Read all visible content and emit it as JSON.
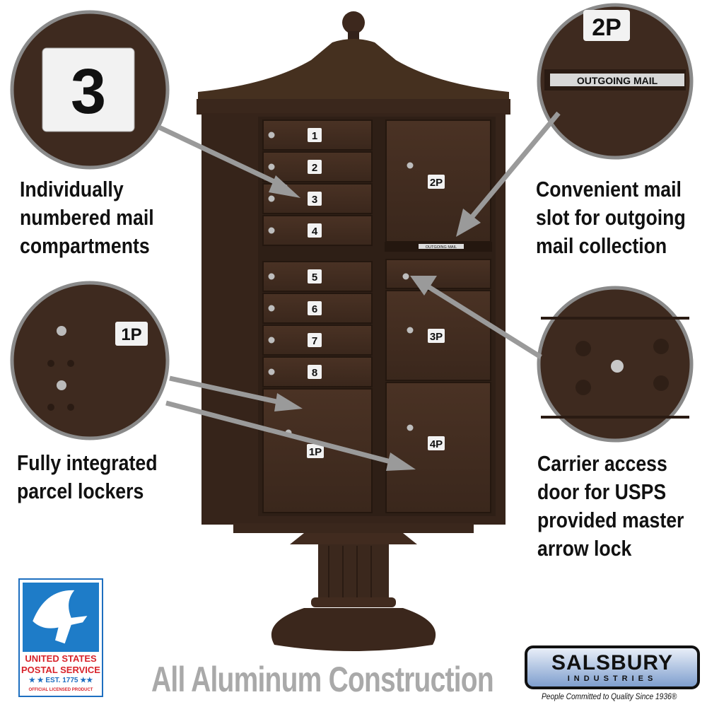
{
  "callouts": {
    "numbered": {
      "lines": [
        "Individually",
        "numbered mail",
        "compartments"
      ],
      "sample_number": "3"
    },
    "outgoing": {
      "lines": [
        "Convenient mail",
        "slot for outgoing",
        "mail collection"
      ],
      "badge": "2P",
      "slot_label": "OUTGOING MAIL"
    },
    "parcel": {
      "lines": [
        "Fully integrated",
        "parcel lockers"
      ],
      "badge": "1P"
    },
    "carrier": {
      "lines": [
        "Carrier access",
        "door for USPS",
        "provided master",
        "arrow lock"
      ]
    }
  },
  "mailbox": {
    "color": "#3f2a1f",
    "compartments": [
      "1",
      "2",
      "3",
      "4",
      "5",
      "6",
      "7",
      "8"
    ],
    "parcel_lockers": [
      "1P",
      "2P",
      "3P",
      "4P"
    ],
    "slot_label": "OUTGOING MAIL"
  },
  "footer": {
    "headline": "All Aluminum Construction"
  },
  "usps_logo": {
    "line1": "UNITED STATES",
    "line2": "POSTAL SERVICE",
    "est": "★ ★ EST. 1775 ★★",
    "licensed": "OFFICIAL LICENSED PRODUCT"
  },
  "brand": {
    "name": "SALSBURY",
    "sub": "INDUSTRIES",
    "tagline": "People Committed to Quality Since 1936®"
  }
}
